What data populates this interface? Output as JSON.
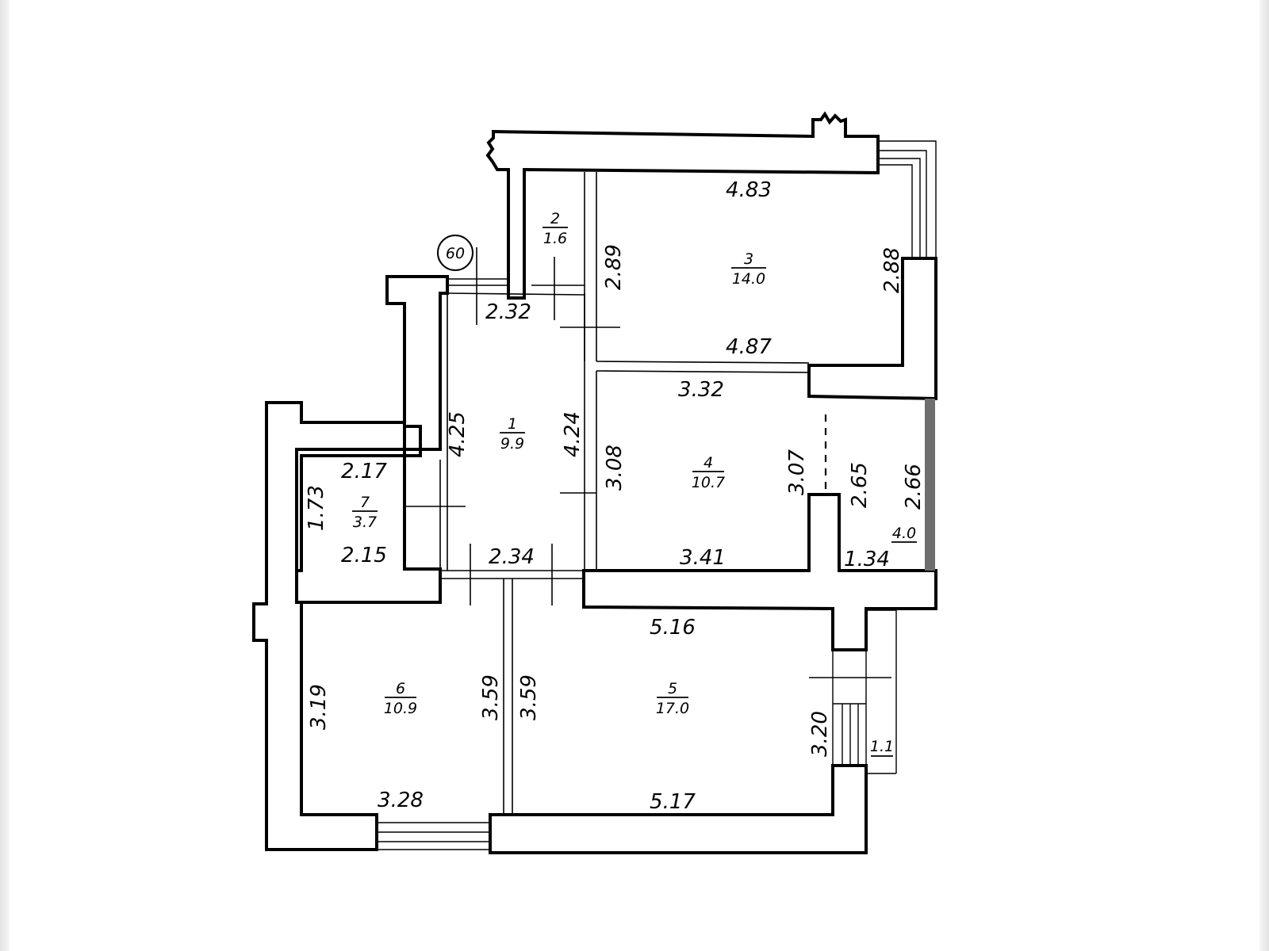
{
  "plan": {
    "marker": "60",
    "rooms": [
      {
        "number": "1",
        "area": "9.9"
      },
      {
        "number": "2",
        "area": "1.6"
      },
      {
        "number": "3",
        "area": "14.0"
      },
      {
        "number": "4",
        "area": "10.7"
      },
      {
        "number": "5",
        "area": "17.0"
      },
      {
        "number": "6",
        "area": "10.9"
      },
      {
        "number": "7",
        "area": "3.7"
      }
    ],
    "balconies": [
      {
        "area": "4.0"
      },
      {
        "area": "1.1"
      }
    ],
    "dimensions": {
      "room3_top": "4.83",
      "room3_bottom": "4.87",
      "room3_left": "2.89",
      "room3_right": "2.88",
      "hall_top": "2.32",
      "hall_left": "4.25",
      "hall_right": "4.24",
      "hall_bottom": "2.34",
      "room4_top": "3.32",
      "room4_bottom": "3.41",
      "room4_left": "3.08",
      "room4_right": "3.07",
      "balcony_inner": "2.65",
      "balcony_outer": "2.66",
      "balcony_bottom": "1.34",
      "room7_top": "2.17",
      "room7_bottom": "2.15",
      "room7_left": "1.73",
      "room6_left": "3.19",
      "room6_right": "3.59",
      "room6_bottom": "3.28",
      "room5_left": "3.59",
      "room5_top": "5.16",
      "room5_bottom": "5.17",
      "room5_right": "3.20"
    }
  }
}
